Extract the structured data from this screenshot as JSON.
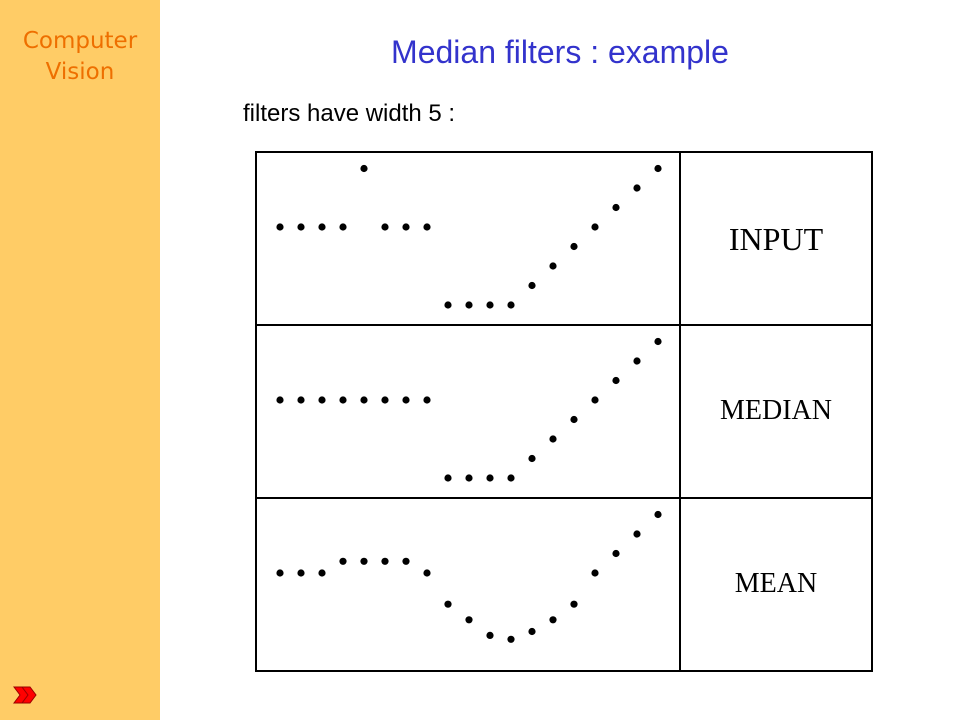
{
  "sidebar": {
    "brand_line1": "Computer",
    "brand_line2": "Vision",
    "next_arrow_icon": "right-arrow-icon",
    "color": "#ffcc66",
    "brand_color": "#ee6f00"
  },
  "slide": {
    "title": "Median filters : example",
    "subtitle": "filters have width 5 :",
    "title_color": "#3333cc"
  },
  "chart_data": {
    "type": "scatter",
    "description_panels": [
      "INPUT",
      "MEDIAN",
      "MEAN"
    ],
    "x": [
      1,
      2,
      3,
      4,
      5,
      6,
      7,
      8,
      9,
      10,
      11,
      12,
      13,
      14,
      15,
      16,
      17,
      18,
      19
    ],
    "panels": [
      {
        "label": "INPUT",
        "values": [
          5,
          5,
          5,
          5,
          8,
          5,
          5,
          5,
          1,
          1,
          1,
          1,
          2,
          3,
          4,
          5,
          6,
          7,
          8
        ]
      },
      {
        "label": "MEDIAN",
        "values": [
          5,
          5,
          5,
          5,
          5,
          5,
          5,
          5,
          1,
          1,
          1,
          1,
          2,
          3,
          4,
          5,
          6,
          7,
          8
        ]
      },
      {
        "label": "MEAN",
        "values": [
          5,
          5,
          5,
          5.6,
          5.6,
          5.6,
          5.6,
          5,
          3.4,
          2.6,
          1.8,
          1.6,
          2,
          2.6,
          3.4,
          5,
          6,
          7,
          8
        ]
      }
    ]
  }
}
